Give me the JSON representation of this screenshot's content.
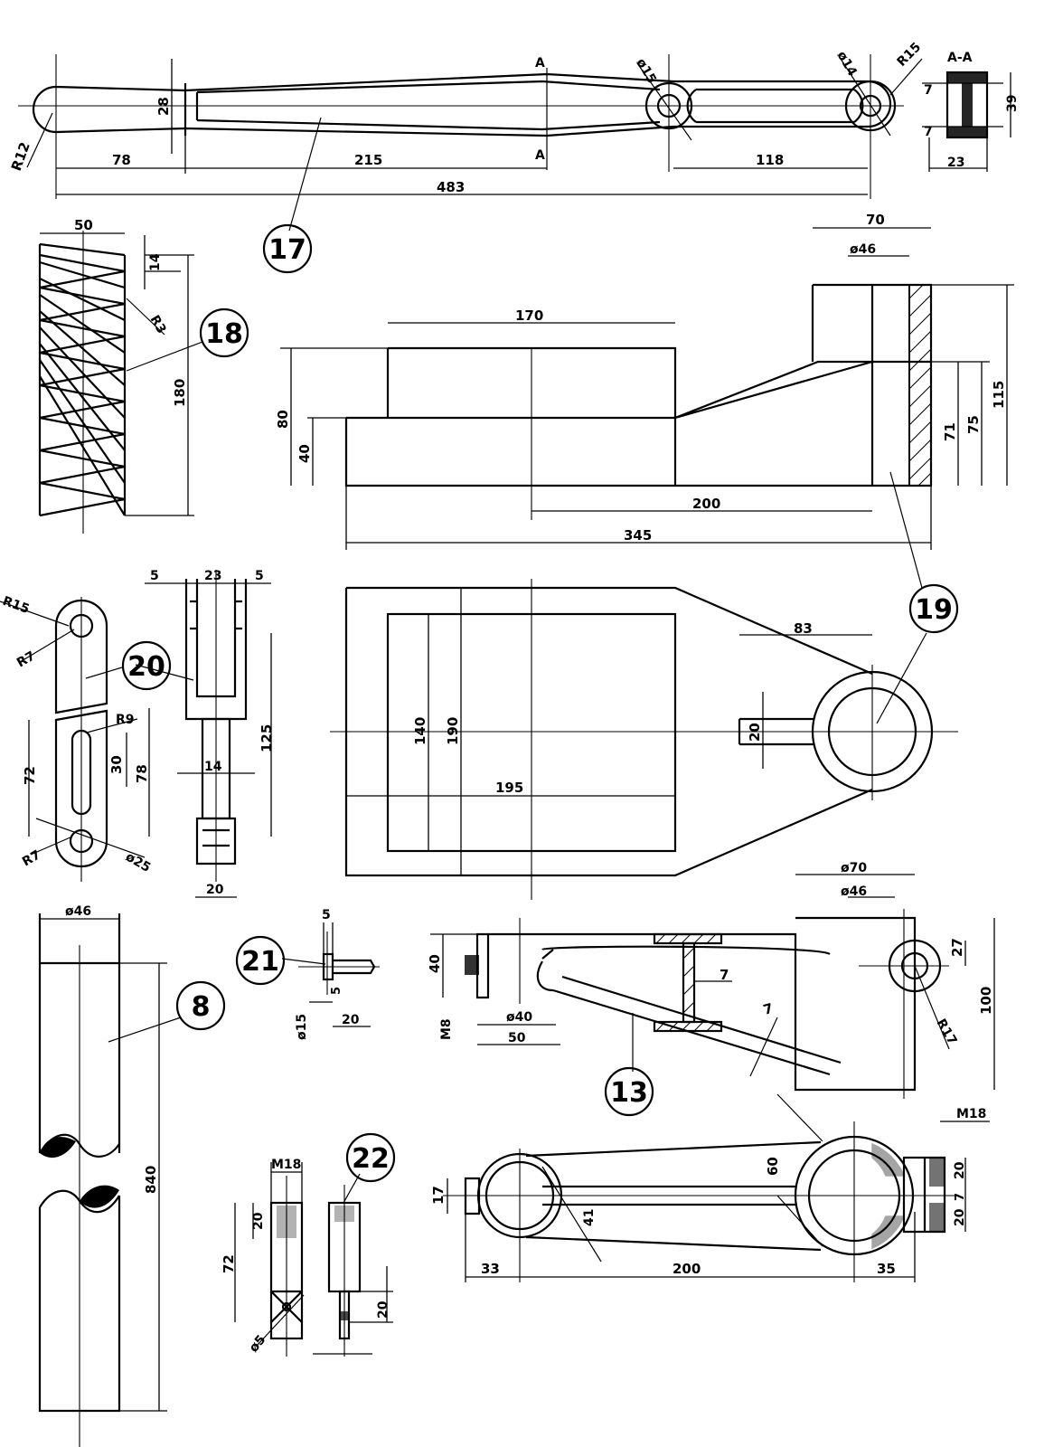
{
  "drawing": {
    "parts": {
      "p17": {
        "label": "17"
      },
      "p18": {
        "label": "18"
      },
      "p19": {
        "label": "19"
      },
      "p20": {
        "label": "20"
      },
      "p8": {
        "label": "8"
      },
      "p21": {
        "label": "21"
      },
      "p13": {
        "label": "13"
      },
      "p22": {
        "label": "22"
      }
    },
    "section_marker": "A",
    "section_title": "A-A",
    "dims": {
      "r12": "R12",
      "d28": "28",
      "d78": "78",
      "d215": "215",
      "d483": "483",
      "d118": "118",
      "phi15": "ø15",
      "phi14": "ø14",
      "r15": "R15",
      "d7a": "7",
      "d7b": "7",
      "d39": "39",
      "d23": "23",
      "s50": "50",
      "s14": "14",
      "r3": "R3",
      "s180": "180",
      "b70": "70",
      "b46": "ø46",
      "b170": "170",
      "b80": "80",
      "b40": "40",
      "b71": "71",
      "b75": "75",
      "b115": "115",
      "b200": "200",
      "b345": "345",
      "b83": "83",
      "b20": "20",
      "b140": "140",
      "b190": "190",
      "b195": "195",
      "l5a": "5",
      "l23": "23",
      "l5b": "5",
      "r15b": "R15",
      "r7a": "R7",
      "r9": "R9",
      "l72": "72",
      "l30": "30",
      "l78": "78",
      "r7b": "R7",
      "phi25": "ø25",
      "l125": "125",
      "l14": "14",
      "l20": "20",
      "s46": "ø46",
      "s840": "840",
      "n5a": "5",
      "n5b": "5",
      "n15": "ø15",
      "n20": "20",
      "m70": "ø70",
      "m46": "ø46",
      "m27": "27",
      "m100": "100",
      "m7a": "7",
      "m7b": "7",
      "m40": "40",
      "m8": "M8",
      "m40b": "ø40",
      "m50": "50",
      "r17": "R17",
      "m18a": "M18",
      "m60": "60",
      "m17": "17",
      "m41": "41",
      "m20a": "20",
      "m7c": "7",
      "m20b": "20",
      "m33": "33",
      "m200": "200",
      "m35": "35",
      "k18": "M18",
      "k20": "20",
      "k72": "72",
      "k20b": "20",
      "k5": "ø5"
    }
  }
}
